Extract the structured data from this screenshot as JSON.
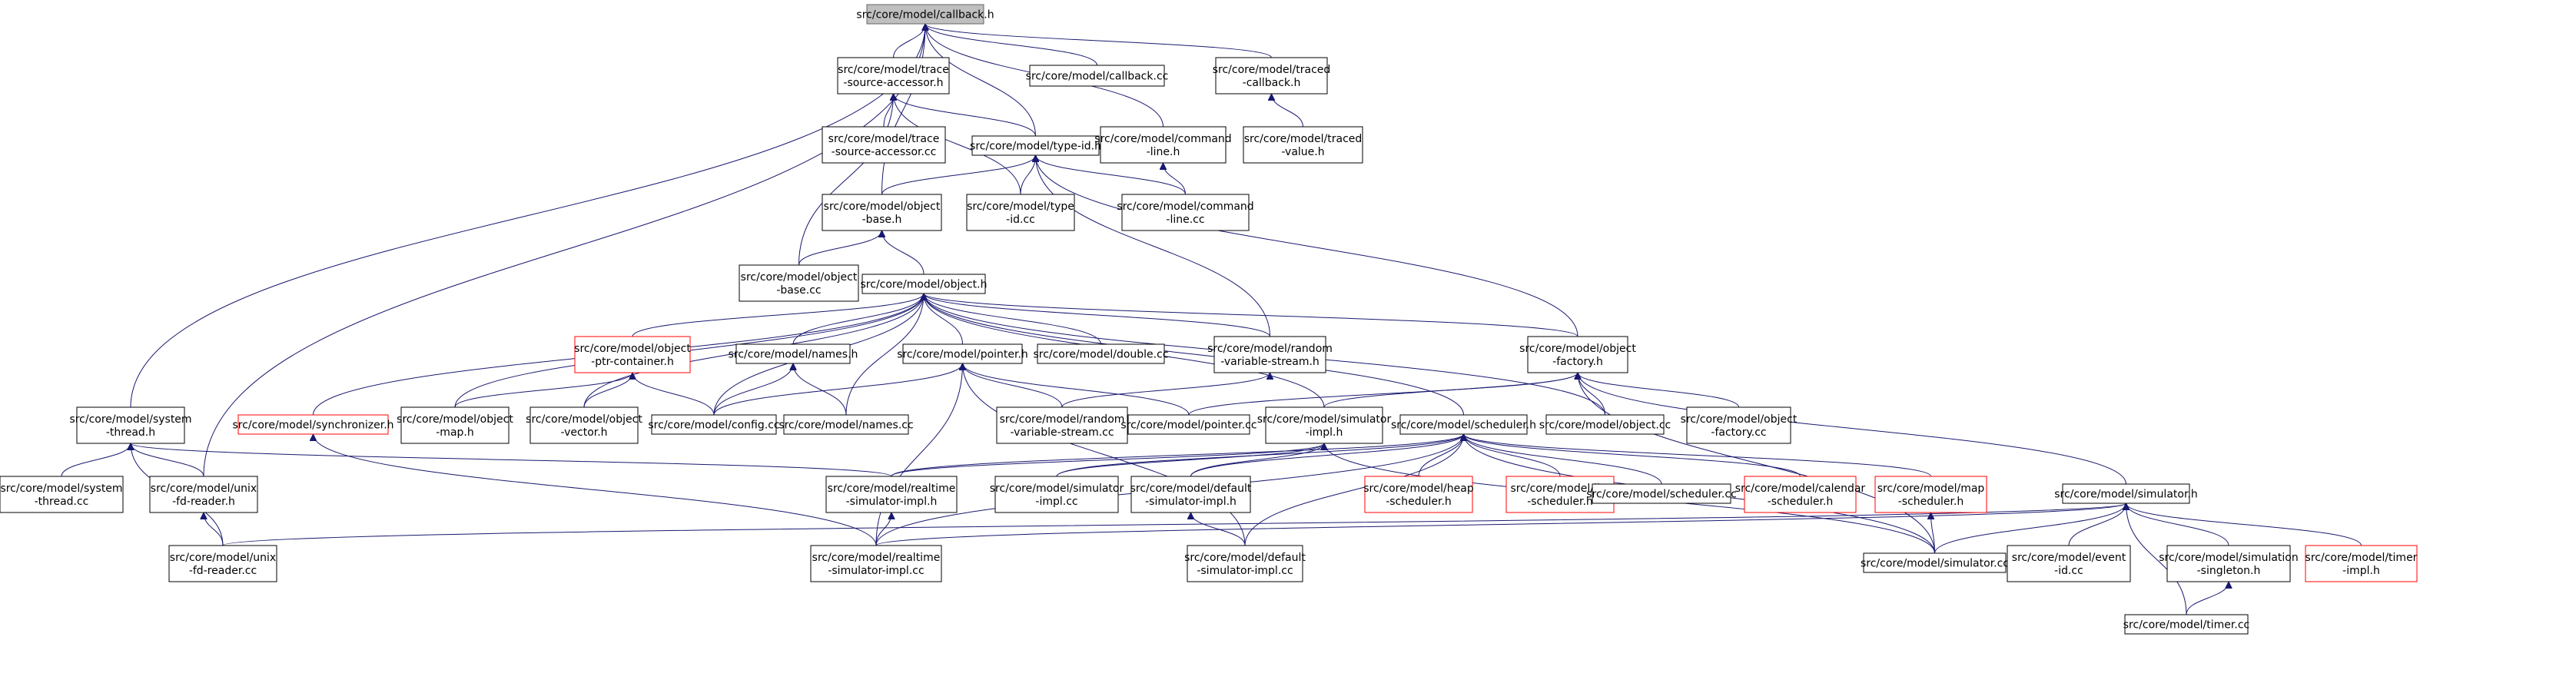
{
  "graph": {
    "edge_color": "#191970",
    "root_fill": "#bfbfbf",
    "red_border": "#ff0000",
    "nodes": [
      {
        "id": "callback_h",
        "lines": [
          "src/core/model/callback.h"
        ],
        "style": "root"
      },
      {
        "id": "trace_src_h",
        "lines": [
          "src/core/model/trace",
          "-source-accessor.h"
        ]
      },
      {
        "id": "callback_cc",
        "lines": [
          "src/core/model/callback.cc"
        ]
      },
      {
        "id": "traced_cb_h",
        "lines": [
          "src/core/model/traced",
          "-callback.h"
        ]
      },
      {
        "id": "trace_src_cc",
        "lines": [
          "src/core/model/trace",
          "-source-accessor.cc"
        ]
      },
      {
        "id": "type_id_h",
        "lines": [
          "src/core/model/type-id.h"
        ]
      },
      {
        "id": "cmd_line_h",
        "lines": [
          "src/core/model/command",
          "-line.h"
        ]
      },
      {
        "id": "traced_val_h",
        "lines": [
          "src/core/model/traced",
          "-value.h"
        ]
      },
      {
        "id": "obj_base_h",
        "lines": [
          "src/core/model/object",
          "-base.h"
        ]
      },
      {
        "id": "type_id_cc",
        "lines": [
          "src/core/model/type",
          "-id.cc"
        ]
      },
      {
        "id": "cmd_line_cc",
        "lines": [
          "src/core/model/command",
          "-line.cc"
        ]
      },
      {
        "id": "obj_base_cc",
        "lines": [
          "src/core/model/object",
          "-base.cc"
        ]
      },
      {
        "id": "object_h",
        "lines": [
          "src/core/model/object.h"
        ]
      },
      {
        "id": "ptr_cont_h",
        "lines": [
          "src/core/model/object",
          "-ptr-container.h"
        ],
        "style": "red"
      },
      {
        "id": "names_h",
        "lines": [
          "src/core/model/names.h"
        ]
      },
      {
        "id": "pointer_h",
        "lines": [
          "src/core/model/pointer.h"
        ]
      },
      {
        "id": "double_cc",
        "lines": [
          "src/core/model/double.cc"
        ]
      },
      {
        "id": "rand_var_h",
        "lines": [
          "src/core/model/random",
          "-variable-stream.h"
        ]
      },
      {
        "id": "obj_fact_h",
        "lines": [
          "src/core/model/object",
          "-factory.h"
        ]
      },
      {
        "id": "sys_thread_h",
        "lines": [
          "src/core/model/system",
          "-thread.h"
        ]
      },
      {
        "id": "synchr_h",
        "lines": [
          "src/core/model/synchronizer.h"
        ],
        "style": "red"
      },
      {
        "id": "obj_map_h",
        "lines": [
          "src/core/model/object",
          "-map.h"
        ]
      },
      {
        "id": "obj_vec_h",
        "lines": [
          "src/core/model/object",
          "-vector.h"
        ]
      },
      {
        "id": "config_cc",
        "lines": [
          "src/core/model/config.cc"
        ]
      },
      {
        "id": "names_cc",
        "lines": [
          "src/core/model/names.cc"
        ]
      },
      {
        "id": "rand_var_cc",
        "lines": [
          "src/core/model/random",
          "-variable-stream.cc"
        ]
      },
      {
        "id": "pointer_cc",
        "lines": [
          "src/core/model/pointer.cc"
        ]
      },
      {
        "id": "sim_impl_h",
        "lines": [
          "src/core/model/simulator",
          "-impl.h"
        ]
      },
      {
        "id": "sched_h",
        "lines": [
          "src/core/model/scheduler.h"
        ]
      },
      {
        "id": "object_cc",
        "lines": [
          "src/core/model/object.cc"
        ]
      },
      {
        "id": "obj_fact_cc",
        "lines": [
          "src/core/model/object",
          "-factory.cc"
        ]
      },
      {
        "id": "sys_thread_cc",
        "lines": [
          "src/core/model/system",
          "-thread.cc"
        ]
      },
      {
        "id": "unix_fd_h",
        "lines": [
          "src/core/model/unix",
          "-fd-reader.h"
        ]
      },
      {
        "id": "rt_sim_h",
        "lines": [
          "src/core/model/realtime",
          "-simulator-impl.h"
        ]
      },
      {
        "id": "sim_impl_cc",
        "lines": [
          "src/core/model/simulator",
          "-impl.cc"
        ]
      },
      {
        "id": "def_sim_h",
        "lines": [
          "src/core/model/default",
          "-simulator-impl.h"
        ]
      },
      {
        "id": "heap_h",
        "lines": [
          "src/core/model/heap",
          "-scheduler.h"
        ],
        "style": "red"
      },
      {
        "id": "list_h",
        "lines": [
          "src/core/model/list",
          "-scheduler.h"
        ],
        "style": "red"
      },
      {
        "id": "sched_cc",
        "lines": [
          "src/core/model/scheduler.cc"
        ]
      },
      {
        "id": "cal_h",
        "lines": [
          "src/core/model/calendar",
          "-scheduler.h"
        ],
        "style": "red"
      },
      {
        "id": "map_h",
        "lines": [
          "src/core/model/map",
          "-scheduler.h"
        ],
        "style": "red"
      },
      {
        "id": "simulator_h",
        "lines": [
          "src/core/model/simulator.h"
        ]
      },
      {
        "id": "unix_fd_cc",
        "lines": [
          "src/core/model/unix",
          "-fd-reader.cc"
        ]
      },
      {
        "id": "rt_sim_cc",
        "lines": [
          "src/core/model/realtime",
          "-simulator-impl.cc"
        ]
      },
      {
        "id": "def_sim_cc",
        "lines": [
          "src/core/model/default",
          "-simulator-impl.cc"
        ]
      },
      {
        "id": "simulator_cc",
        "lines": [
          "src/core/model/simulator.cc"
        ]
      },
      {
        "id": "event_id_cc",
        "lines": [
          "src/core/model/event",
          "-id.cc"
        ]
      },
      {
        "id": "sim_single_h",
        "lines": [
          "src/core/model/simulation",
          "-singleton.h"
        ]
      },
      {
        "id": "timer_impl_h",
        "lines": [
          "src/core/model/timer",
          "-impl.h"
        ],
        "style": "red"
      },
      {
        "id": "timer_cc",
        "lines": [
          "src/core/model/timer.cc"
        ]
      }
    ],
    "edges": [
      [
        "trace_src_h",
        "callback_h"
      ],
      [
        "callback_cc",
        "callback_h"
      ],
      [
        "traced_cb_h",
        "callback_h"
      ],
      [
        "type_id_h",
        "callback_h"
      ],
      [
        "cmd_line_h",
        "callback_h"
      ],
      [
        "obj_base_h",
        "callback_h"
      ],
      [
        "sys_thread_h",
        "callback_h"
      ],
      [
        "unix_fd_h",
        "callback_h"
      ],
      [
        "trace_src_cc",
        "trace_src_h"
      ],
      [
        "type_id_h",
        "trace_src_h"
      ],
      [
        "obj_base_cc",
        "trace_src_h"
      ],
      [
        "type_id_cc",
        "trace_src_h"
      ],
      [
        "traced_val_h",
        "traced_cb_h"
      ],
      [
        "cmd_line_cc",
        "cmd_line_h"
      ],
      [
        "obj_base_h",
        "type_id_h"
      ],
      [
        "type_id_cc",
        "type_id_h"
      ],
      [
        "cmd_line_cc",
        "type_id_h"
      ],
      [
        "obj_fact_h",
        "type_id_h"
      ],
      [
        "rand_var_h",
        "type_id_h"
      ],
      [
        "obj_base_cc",
        "obj_base_h"
      ],
      [
        "object_h",
        "obj_base_h"
      ],
      [
        "ptr_cont_h",
        "object_h"
      ],
      [
        "names_h",
        "object_h"
      ],
      [
        "pointer_h",
        "object_h"
      ],
      [
        "double_cc",
        "object_h"
      ],
      [
        "rand_var_h",
        "object_h"
      ],
      [
        "obj_fact_h",
        "object_h"
      ],
      [
        "synchr_h",
        "object_h"
      ],
      [
        "obj_map_h",
        "object_h"
      ],
      [
        "obj_vec_h",
        "object_h"
      ],
      [
        "config_cc",
        "object_h"
      ],
      [
        "names_cc",
        "object_h"
      ],
      [
        "sim_impl_h",
        "object_h"
      ],
      [
        "sched_h",
        "object_h"
      ],
      [
        "object_cc",
        "object_h"
      ],
      [
        "obj_map_h",
        "ptr_cont_h"
      ],
      [
        "obj_vec_h",
        "ptr_cont_h"
      ],
      [
        "config_cc",
        "ptr_cont_h"
      ],
      [
        "config_cc",
        "names_h"
      ],
      [
        "names_cc",
        "names_h"
      ],
      [
        "config_cc",
        "pointer_h"
      ],
      [
        "rand_var_cc",
        "pointer_h"
      ],
      [
        "pointer_cc",
        "pointer_h"
      ],
      [
        "rt_sim_cc",
        "pointer_h"
      ],
      [
        "def_sim_cc",
        "pointer_h"
      ],
      [
        "rand_var_cc",
        "rand_var_h"
      ],
      [
        "pointer_cc",
        "obj_fact_h"
      ],
      [
        "sim_impl_h",
        "obj_fact_h"
      ],
      [
        "object_cc",
        "obj_fact_h"
      ],
      [
        "obj_fact_cc",
        "obj_fact_h"
      ],
      [
        "simulator_h",
        "obj_fact_h"
      ],
      [
        "simulator_cc",
        "obj_fact_h"
      ],
      [
        "sys_thread_cc",
        "sys_thread_h"
      ],
      [
        "unix_fd_h",
        "sys_thread_h"
      ],
      [
        "unix_fd_cc",
        "sys_thread_h"
      ],
      [
        "rt_sim_h",
        "sys_thread_h"
      ],
      [
        "rt_sim_cc",
        "synchr_h"
      ],
      [
        "unix_fd_cc",
        "unix_fd_h"
      ],
      [
        "rt_sim_cc",
        "rt_sim_h"
      ],
      [
        "def_sim_cc",
        "def_sim_h"
      ],
      [
        "rt_sim_h",
        "sim_impl_h"
      ],
      [
        "sim_impl_cc",
        "sim_impl_h"
      ],
      [
        "def_sim_h",
        "sim_impl_h"
      ],
      [
        "simulator_cc",
        "sim_impl_h"
      ],
      [
        "rt_sim_h",
        "sched_h"
      ],
      [
        "sim_impl_cc",
        "sched_h"
      ],
      [
        "def_sim_h",
        "sched_h"
      ],
      [
        "heap_h",
        "sched_h"
      ],
      [
        "list_h",
        "sched_h"
      ],
      [
        "sched_cc",
        "sched_h"
      ],
      [
        "cal_h",
        "sched_h"
      ],
      [
        "map_h",
        "sched_h"
      ],
      [
        "rt_sim_cc",
        "sched_h"
      ],
      [
        "def_sim_cc",
        "sched_h"
      ],
      [
        "simulator_cc",
        "sched_h"
      ],
      [
        "simulator_cc",
        "map_h"
      ],
      [
        "unix_fd_cc",
        "simulator_h"
      ],
      [
        "rt_sim_cc",
        "simulator_h"
      ],
      [
        "simulator_cc",
        "simulator_h"
      ],
      [
        "event_id_cc",
        "simulator_h"
      ],
      [
        "sim_single_h",
        "simulator_h"
      ],
      [
        "timer_impl_h",
        "simulator_h"
      ],
      [
        "timer_cc",
        "simulator_h"
      ],
      [
        "timer_cc",
        "sim_single_h"
      ]
    ]
  }
}
